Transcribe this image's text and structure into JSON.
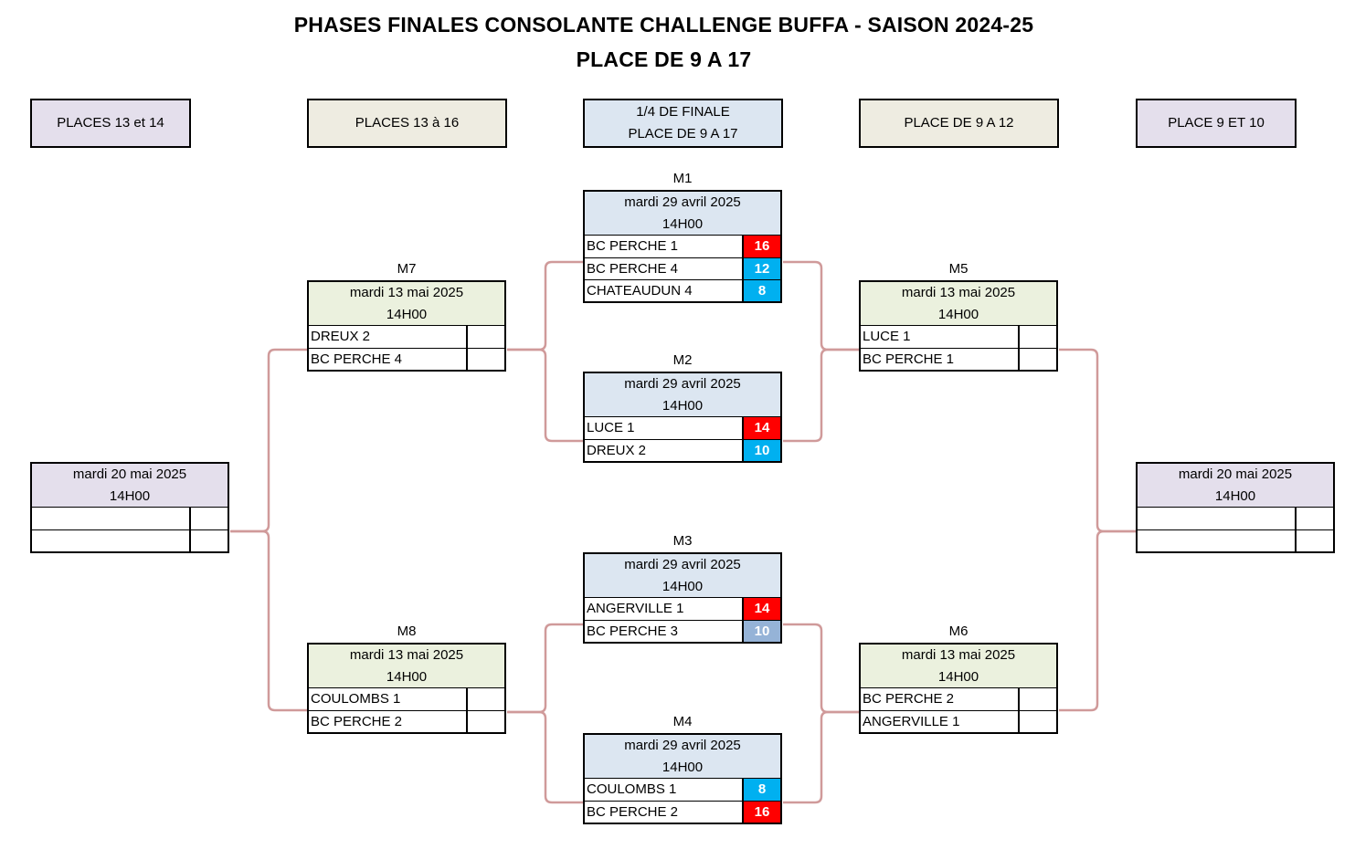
{
  "title": {
    "line1": "PHASES FINALES CONSOLANTE CHALLENGE BUFFA - SAISON 2024-25",
    "line2": "PLACE DE 9 A 17"
  },
  "headers": {
    "places_13_14": "PLACES 13 et 14",
    "places_13_16": "PLACES 13 à 16",
    "quarter_line1": "1/4 DE FINALE",
    "quarter_line2": "PLACE DE 9 A 17",
    "place_9_12": "PLACE DE 9 A 12",
    "place_9_10": "PLACE 9 ET 10"
  },
  "colors": {
    "connector": "#d09a9a",
    "score_red": "#ff0000",
    "score_cyan": "#00b0f0",
    "score_grey": "#95b3d7"
  },
  "matches": {
    "m1": {
      "label": "M1",
      "date": "mardi 29 avril 2025",
      "time": "14H00",
      "teams": [
        {
          "name": "BC PERCHE 1",
          "score": "16",
          "color": "red"
        },
        {
          "name": "BC PERCHE 4",
          "score": "12",
          "color": "cyan"
        },
        {
          "name": "CHATEAUDUN 4",
          "score": "8",
          "color": "cyan"
        }
      ]
    },
    "m2": {
      "label": "M2",
      "date": "mardi 29 avril 2025",
      "time": "14H00",
      "teams": [
        {
          "name": "LUCE 1",
          "score": "14",
          "color": "red"
        },
        {
          "name": "DREUX 2",
          "score": "10",
          "color": "cyan"
        }
      ]
    },
    "m3": {
      "label": "M3",
      "date": "mardi 29 avril 2025",
      "time": "14H00",
      "teams": [
        {
          "name": "ANGERVILLE 1",
          "score": "14",
          "color": "red"
        },
        {
          "name": "BC PERCHE 3",
          "score": "10",
          "color": "grey"
        }
      ]
    },
    "m4": {
      "label": "M4",
      "date": "mardi 29 avril 2025",
      "time": "14H00",
      "teams": [
        {
          "name": "COULOMBS 1",
          "score": "8",
          "color": "cyan"
        },
        {
          "name": "BC PERCHE 2",
          "score": "16",
          "color": "red"
        }
      ]
    },
    "m5": {
      "label": "M5",
      "date": "mardi 13 mai 2025",
      "time": "14H00",
      "teams": [
        {
          "name": "LUCE 1",
          "score": ""
        },
        {
          "name": "BC PERCHE 1",
          "score": ""
        }
      ]
    },
    "m6": {
      "label": "M6",
      "date": "mardi 13 mai 2025",
      "time": "14H00",
      "teams": [
        {
          "name": "BC PERCHE 2",
          "score": ""
        },
        {
          "name": "ANGERVILLE 1",
          "score": ""
        }
      ]
    },
    "m7": {
      "label": "M7",
      "date": "mardi 13 mai 2025",
      "time": "14H00",
      "teams": [
        {
          "name": "DREUX 2",
          "score": ""
        },
        {
          "name": "BC PERCHE 4",
          "score": ""
        }
      ]
    },
    "m8": {
      "label": "M8",
      "date": "mardi 13 mai 2025",
      "time": "14H00",
      "teams": [
        {
          "name": "COULOMBS 1",
          "score": ""
        },
        {
          "name": "BC PERCHE 2",
          "score": ""
        }
      ]
    },
    "final_left": {
      "date": "mardi 20 mai 2025",
      "time": "14H00",
      "teams": [
        {
          "name": "",
          "score": ""
        },
        {
          "name": "",
          "score": ""
        }
      ]
    },
    "final_right": {
      "date": "mardi 20 mai 2025",
      "time": "14H00",
      "teams": [
        {
          "name": "",
          "score": ""
        },
        {
          "name": "",
          "score": ""
        }
      ]
    }
  }
}
